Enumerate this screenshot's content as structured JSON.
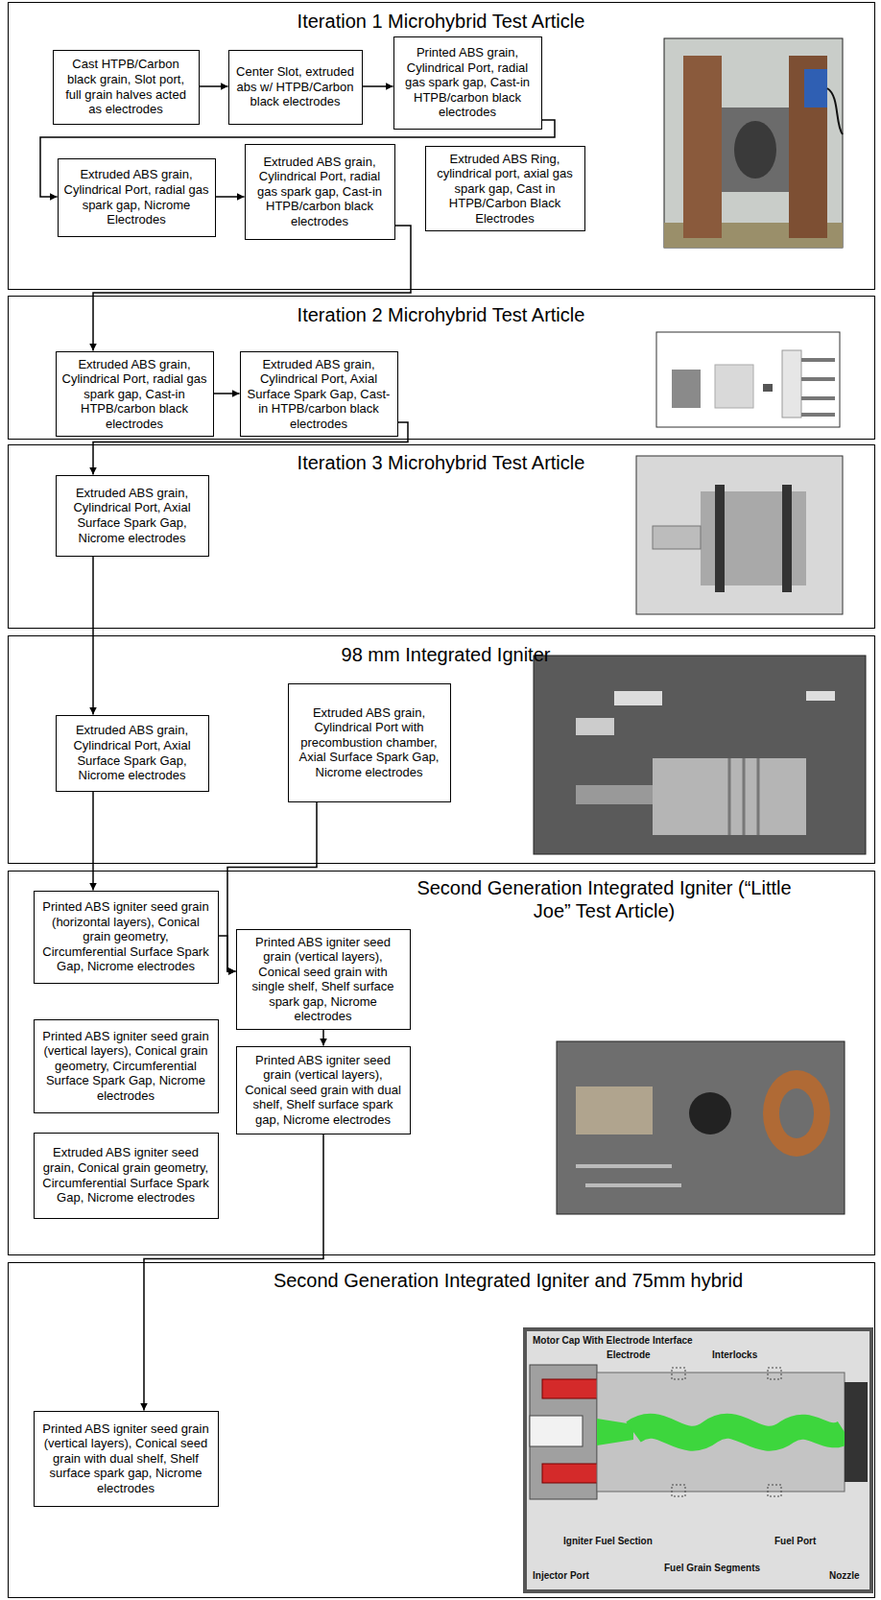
{
  "diagram": {
    "nodes": [
      {
        "text": [
          "Iteration 1 Microhybrid Test Article"
        ]
      },
      {
        "text": [
          "Cast HTPB/Carbon black grain, Slot port, full grain halves acted as electrodes"
        ],
        "in": 0
      },
      {
        "text": [
          "Center Slot, extruded abs w/ HTPB/Carbon black electrodes"
        ],
        "in": 0
      },
      {
        "text": [
          "Printed ABS grain, Cylindrical Port, radial gas spark gap, Cast-in HTPB/carbon black electrodes"
        ],
        "in": 0
      },
      {
        "text": [
          "Extruded ABS grain, Cylindrical Port, radial gas spark gap, Nicrome Electrodes"
        ],
        "in": 0
      },
      {
        "text": [
          "Extruded ABS grain, Cylindrical Port, radial gas spark gap, Cast-in HTPB/carbon black electrodes"
        ],
        "in": 0
      },
      {
        "text": [
          "Extruded ABS Ring, cylindrical port, axial gas spark gap, Cast in HTPB/Carbon Black Electrodes"
        ],
        "in": 0
      },
      {
        "text": [
          "Iteration 2 Microhybrid Test Article"
        ]
      },
      {
        "text": [
          "Extruded ABS grain, Cylindrical Port, radial gas spark gap, Cast-in HTPB/carbon black electrodes"
        ],
        "in": 7
      },
      {
        "text": [
          "Extruded ABS grain, Cylindrical Port, Axial Surface Spark Gap, Cast-in HTPB/carbon black electrodes"
        ],
        "in": 7
      },
      {
        "text": [
          "Iteration 3 Microhybrid Test Article"
        ]
      },
      {
        "text": [
          "Extruded ABS grain, Cylindrical Port, Axial Surface Spark Gap, Nicrome electrodes"
        ],
        "in": 10
      },
      {
        "text": [
          "98 mm Integrated Igniter"
        ]
      },
      {
        "text": [
          "Extruded ABS grain, Cylindrical Port, Axial Surface Spark Gap, Nicrome electrodes"
        ],
        "in": 12
      },
      {
        "text": [
          "Extruded ABS grain, Cylindrical Port with precombustion chamber, Axial Surface Spark Gap, Nicrome electrodes"
        ],
        "in": 12
      },
      {
        "text": [
          "Second Generation Integrated Igniter (“Little Joe” Test Article)"
        ]
      },
      {
        "text": [
          "Printed ABS igniter seed grain (horizontal layers), Conical grain geometry, Circumferential Surface Spark Gap, Nicrome electrodes"
        ],
        "in": 15
      },
      {
        "text": [
          "Printed ABS igniter seed grain (vertical layers), Conical seed grain with single shelf, Shelf surface spark gap, Nicrome electrodes"
        ],
        "in": 15
      },
      {
        "text": [
          "Printed ABS igniter seed grain (vertical layers), Conical grain geometry, Circumferential Surface Spark Gap, Nicrome electrodes"
        ],
        "in": 15
      },
      {
        "text": [
          "Printed ABS igniter seed grain (vertical layers), Conical seed grain with dual shelf, Shelf surface spark gap, Nicrome electrodes"
        ],
        "in": 15
      },
      {
        "text": [
          "Extruded ABS igniter seed grain, Conical grain geometry, Circumferential Surface Spark Gap, Nicrome electrodes"
        ],
        "in": 15
      },
      {
        "text": [
          "Second Generation Integrated Igniter and 75mm hybrid"
        ]
      },
      {
        "text": [
          "Printed ABS igniter seed grain (vertical layers), Conical seed grain with dual shelf, Shelf surface spark gap, Nicrome electrodes"
        ],
        "in": 21
      }
    ],
    "edges": [
      {
        "from": 1,
        "to": 2,
        "arrow": "to"
      },
      {
        "from": 2,
        "to": 3,
        "arrow": "to"
      },
      {
        "from": 3,
        "to": 4,
        "arrow": "to"
      },
      {
        "from": 4,
        "to": 5,
        "arrow": "to"
      },
      {
        "from": 5,
        "to": 8,
        "arrow": "to"
      },
      {
        "from": 8,
        "to": 9,
        "arrow": "to"
      },
      {
        "from": 9,
        "to": 11,
        "arrow": "to"
      },
      {
        "from": 11,
        "to": 13,
        "arrow": "to"
      },
      {
        "from": 13,
        "to": 16,
        "arrow": "to"
      },
      {
        "from": 16,
        "to": 17,
        "arrow": "to"
      },
      {
        "from": 14,
        "to": 17,
        "arrow": "to"
      },
      {
        "from": 17,
        "to": 19,
        "arrow": "to"
      },
      {
        "from": 19,
        "to": 22,
        "arrow": "to"
      }
    ],
    "labels": [
      "Motor Cap With Electrode Interface",
      "Electrode",
      "Interlocks",
      "Injector Port",
      "Igniter Fuel Section",
      "Fuel Grain Segments",
      "Fuel Port",
      "Nozzle"
    ]
  }
}
